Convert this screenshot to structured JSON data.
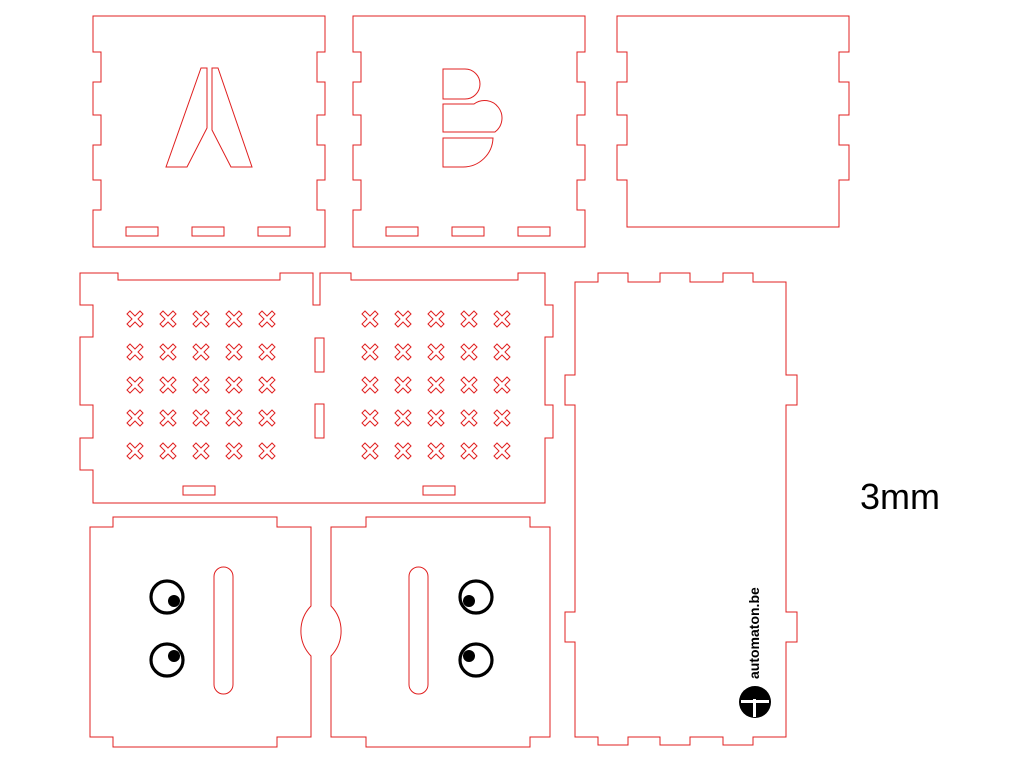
{
  "sheet": {
    "material_thickness_label": "3mm",
    "brand_label": "automaton.be",
    "cut_color": "#e02020",
    "engrave_color": "#000000",
    "panels": {
      "letter_a": "A",
      "letter_b": "B"
    },
    "icons": {
      "brand_logo": "automaton-logo-icon",
      "eyes": "eye-icon",
      "holes": "x-cross-hole-icon"
    }
  }
}
